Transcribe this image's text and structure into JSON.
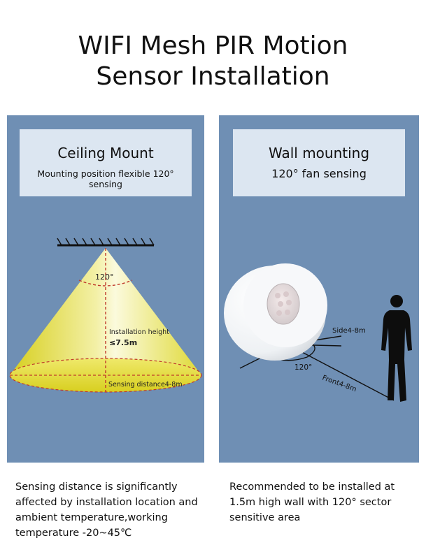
{
  "title": {
    "line1": "WIFI Mesh PIR Motion",
    "line2": "Sensor Installation"
  },
  "ceiling": {
    "heading": "Ceiling Mount",
    "subheading": "Mounting position flexible 120° sensing",
    "angle_label": "120°",
    "height_label": "Installation height",
    "height_value": "≤7.5m",
    "distance_label": "Sensing distance4-8m",
    "caption": "Sensing distance is significantly affected by installation location and ambient temperature,working temperature -20~45℃"
  },
  "wall": {
    "heading": "Wall mounting",
    "subheading": "120° fan sensing",
    "side_label": "Side4-8m",
    "angle_label": "120°",
    "front_label": "Front4-8m",
    "caption": "Recommended to be installed at 1.5m high wall with 120° sector sensitive area"
  },
  "colors": {
    "panel": "#6f8fb4",
    "label_box": "#dce6f1",
    "cone": "#e8e34a",
    "dashed": "#c0392b"
  }
}
